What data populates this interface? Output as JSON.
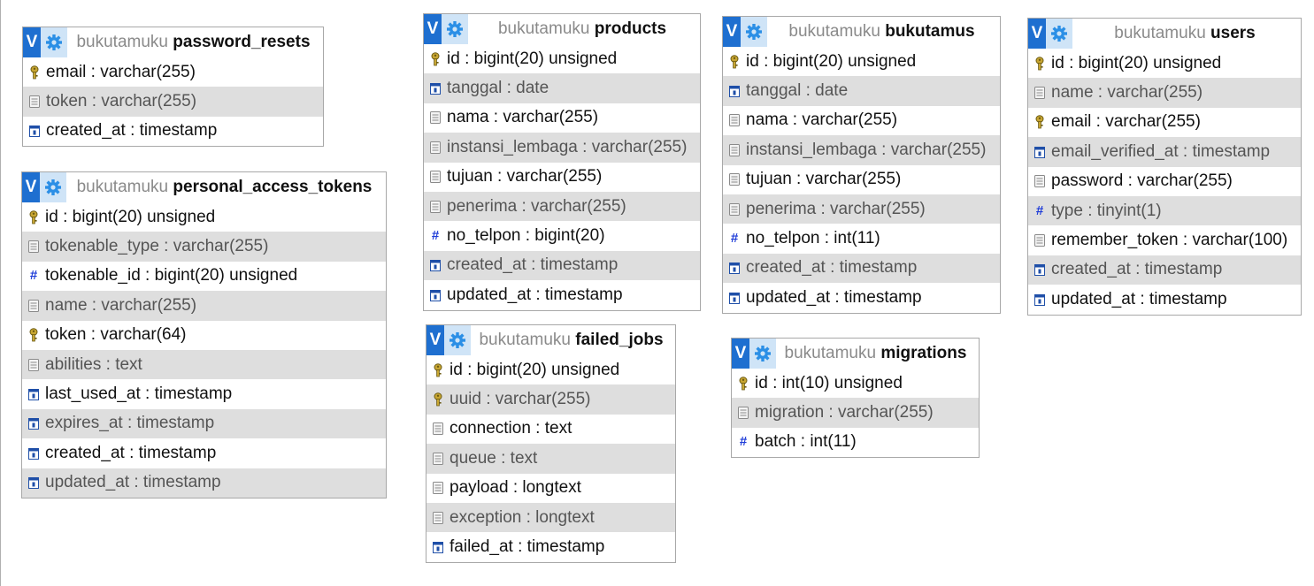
{
  "db_name": "bukutamuku",
  "tables": [
    {
      "id": "password_resets",
      "name": "password_resets",
      "columns": [
        {
          "text": "email : varchar(255)",
          "icon": "key-icon"
        },
        {
          "text": "token : varchar(255)",
          "icon": "text-icon"
        },
        {
          "text": "created_at : timestamp",
          "icon": "date-icon"
        }
      ]
    },
    {
      "id": "personal_access_tokens",
      "name": "personal_access_tokens",
      "columns": [
        {
          "text": "id : bigint(20) unsigned",
          "icon": "key-icon"
        },
        {
          "text": "tokenable_type : varchar(255)",
          "icon": "text-icon"
        },
        {
          "text": "tokenable_id : bigint(20) unsigned",
          "icon": "number-icon"
        },
        {
          "text": "name : varchar(255)",
          "icon": "text-icon"
        },
        {
          "text": "token : varchar(64)",
          "icon": "key-icon"
        },
        {
          "text": "abilities : text",
          "icon": "text-icon"
        },
        {
          "text": "last_used_at : timestamp",
          "icon": "date-icon"
        },
        {
          "text": "expires_at : timestamp",
          "icon": "date-icon"
        },
        {
          "text": "created_at : timestamp",
          "icon": "date-icon"
        },
        {
          "text": "updated_at : timestamp",
          "icon": "date-icon"
        }
      ]
    },
    {
      "id": "products",
      "name": "products",
      "columns": [
        {
          "text": "id : bigint(20) unsigned",
          "icon": "key-icon"
        },
        {
          "text": "tanggal : date",
          "icon": "date-icon"
        },
        {
          "text": "nama : varchar(255)",
          "icon": "text-icon"
        },
        {
          "text": "instansi_lembaga : varchar(255)",
          "icon": "text-icon"
        },
        {
          "text": "tujuan : varchar(255)",
          "icon": "text-icon"
        },
        {
          "text": "penerima : varchar(255)",
          "icon": "text-icon"
        },
        {
          "text": "no_telpon : bigint(20)",
          "icon": "number-icon"
        },
        {
          "text": "created_at : timestamp",
          "icon": "date-icon"
        },
        {
          "text": "updated_at : timestamp",
          "icon": "date-icon"
        }
      ]
    },
    {
      "id": "failed_jobs",
      "name": "failed_jobs",
      "columns": [
        {
          "text": "id : bigint(20) unsigned",
          "icon": "key-icon"
        },
        {
          "text": "uuid : varchar(255)",
          "icon": "key-icon"
        },
        {
          "text": "connection : text",
          "icon": "text-icon"
        },
        {
          "text": "queue : text",
          "icon": "text-icon"
        },
        {
          "text": "payload : longtext",
          "icon": "text-icon"
        },
        {
          "text": "exception : longtext",
          "icon": "text-icon"
        },
        {
          "text": "failed_at : timestamp",
          "icon": "date-icon"
        }
      ]
    },
    {
      "id": "bukutamus",
      "name": "bukutamus",
      "columns": [
        {
          "text": "id : bigint(20) unsigned",
          "icon": "key-icon"
        },
        {
          "text": "tanggal : date",
          "icon": "date-icon"
        },
        {
          "text": "nama : varchar(255)",
          "icon": "text-icon"
        },
        {
          "text": "instansi_lembaga : varchar(255)",
          "icon": "text-icon"
        },
        {
          "text": "tujuan : varchar(255)",
          "icon": "text-icon"
        },
        {
          "text": "penerima : varchar(255)",
          "icon": "text-icon"
        },
        {
          "text": "no_telpon : int(11)",
          "icon": "number-icon"
        },
        {
          "text": "created_at : timestamp",
          "icon": "date-icon"
        },
        {
          "text": "updated_at : timestamp",
          "icon": "date-icon"
        }
      ]
    },
    {
      "id": "migrations",
      "name": "migrations",
      "columns": [
        {
          "text": "id : int(10) unsigned",
          "icon": "key-icon"
        },
        {
          "text": "migration : varchar(255)",
          "icon": "text-icon"
        },
        {
          "text": "batch : int(11)",
          "icon": "number-icon"
        }
      ]
    },
    {
      "id": "users",
      "name": "users",
      "columns": [
        {
          "text": "id : bigint(20) unsigned",
          "icon": "key-icon"
        },
        {
          "text": "name : varchar(255)",
          "icon": "text-icon"
        },
        {
          "text": "email : varchar(255)",
          "icon": "key-icon"
        },
        {
          "text": "email_verified_at : timestamp",
          "icon": "date-icon"
        },
        {
          "text": "password : varchar(255)",
          "icon": "text-icon"
        },
        {
          "text": "type : tinyint(1)",
          "icon": "number-icon"
        },
        {
          "text": "remember_token : varchar(100)",
          "icon": "text-icon"
        },
        {
          "text": "created_at : timestamp",
          "icon": "date-icon"
        },
        {
          "text": "updated_at : timestamp",
          "icon": "date-icon"
        }
      ]
    }
  ],
  "ui": {
    "toggle_label": "V",
    "colors": {
      "toggle_bg": "#1e6fd0",
      "gear_bg": "#cfe4f7",
      "alt_row": "#dedede",
      "number_icon": "#1f3cd8"
    }
  }
}
